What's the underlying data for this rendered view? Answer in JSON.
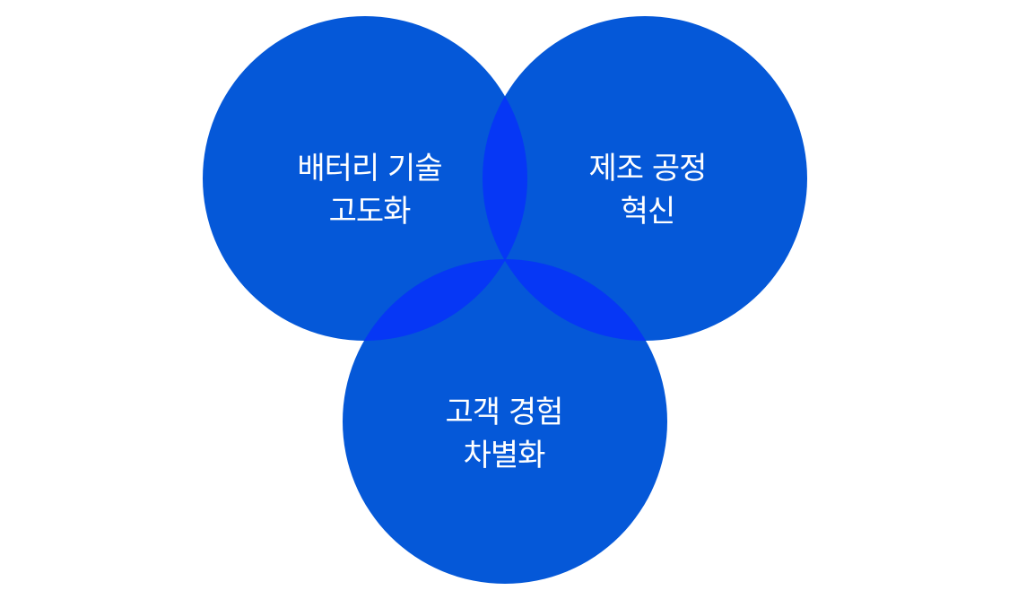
{
  "colors": {
    "background": "#ffffff",
    "circle_fill": "#0558d8",
    "overlap_fill": "#0637f5",
    "text": "#ffffff"
  },
  "circles": [
    {
      "line1": "배터리 기술",
      "line2": "고도화"
    },
    {
      "line1": "제조 공정",
      "line2": "혁신"
    },
    {
      "line1": "고객 경험",
      "line2": "차별화"
    }
  ]
}
